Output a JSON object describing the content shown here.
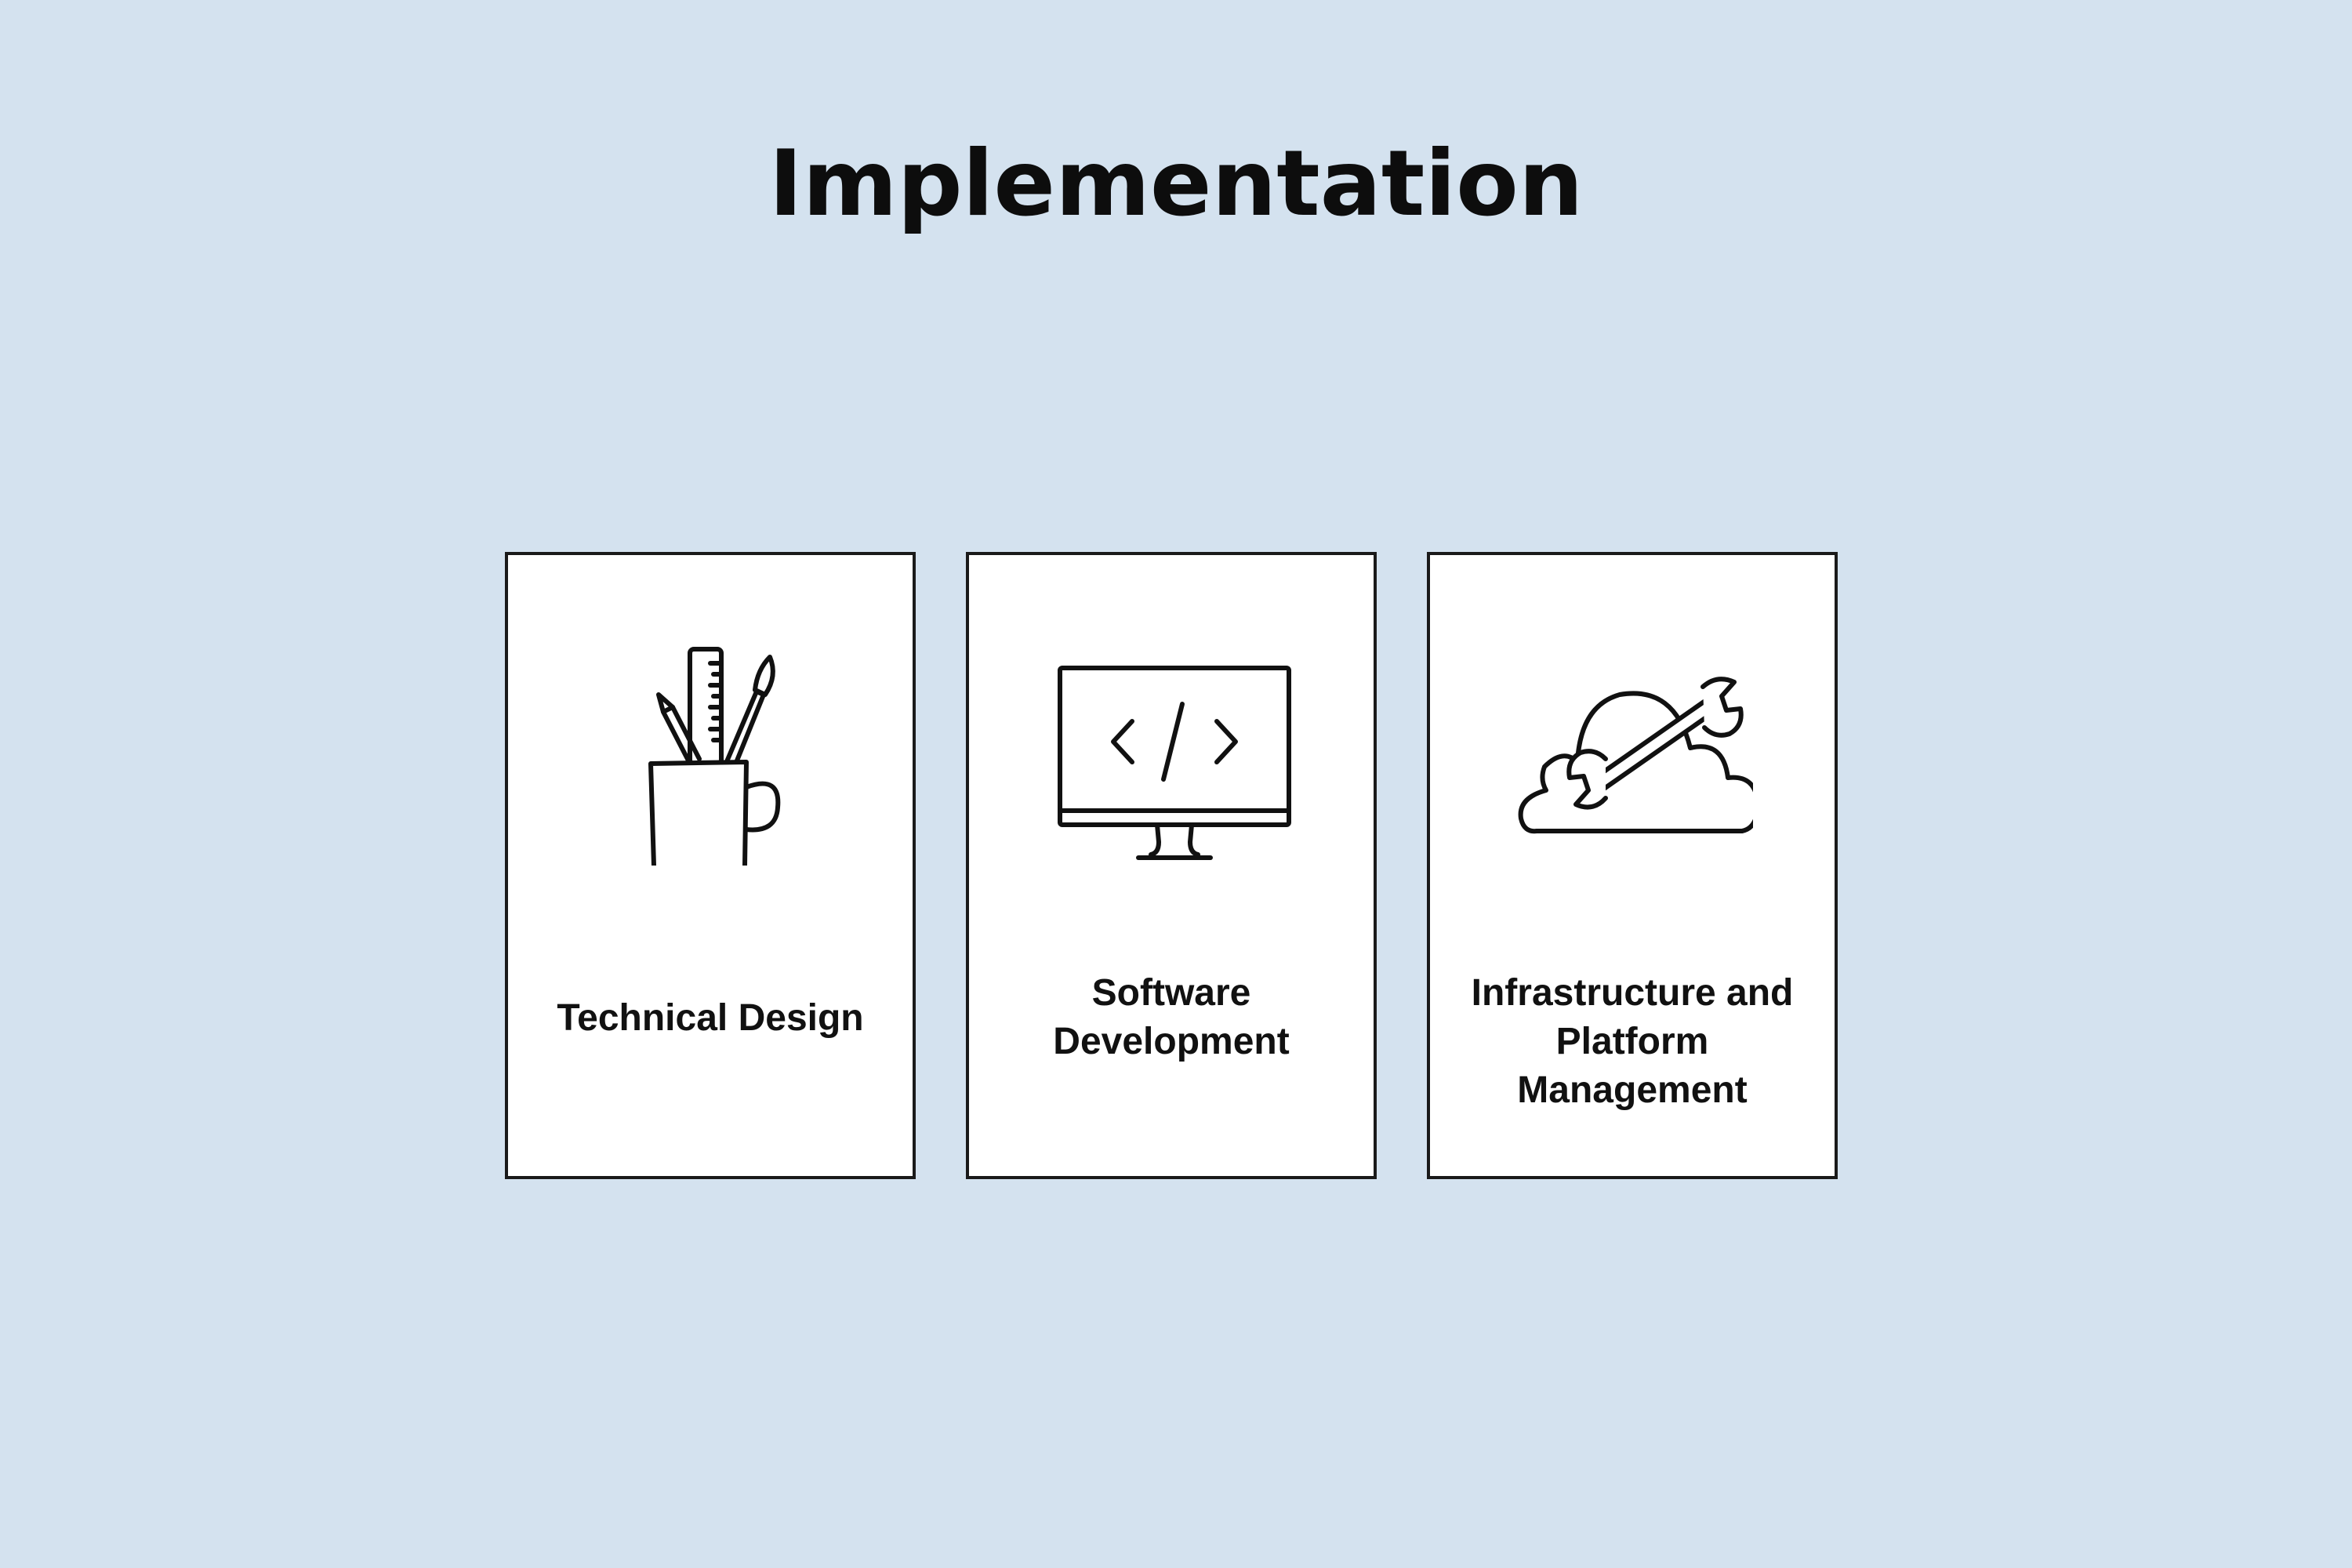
{
  "title": "Implementation",
  "cards": [
    {
      "label": "Technical Design",
      "icon": "pencil-cup-icon"
    },
    {
      "label": "Software\nDevelopment",
      "icon": "code-monitor-icon"
    },
    {
      "label": "Infrastructure and\nPlatform\nManagement",
      "icon": "cloud-wrench-icon"
    }
  ],
  "colors": {
    "background": "#d4e2ef",
    "card": "#ffffff",
    "stroke": "#1a1a1a"
  }
}
